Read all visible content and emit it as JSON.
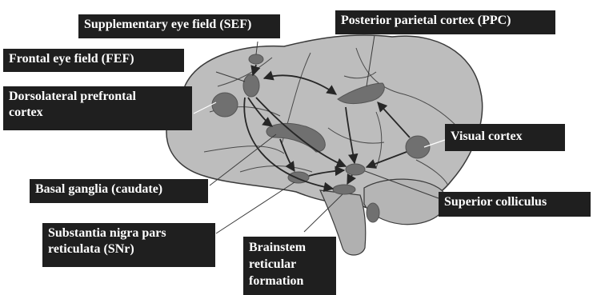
{
  "labels": {
    "sef": "Supplementary eye field (SEF)",
    "ppc": "Posterior parietal cortex (PPC)",
    "fef": "Frontal eye field (FEF)",
    "dlpfc_line1": "Dorsolateral prefrontal",
    "dlpfc_line2": "cortex",
    "visual": "Visual cortex",
    "basal": "Basal ganglia (caudate)",
    "sc": "Superior colliculus",
    "snr_line1": "Substantia nigra pars",
    "snr_line2": "reticulata (SNr)",
    "brainstem_line1": "Brainstem",
    "brainstem_line2": "reticular",
    "brainstem_line3": "formation"
  },
  "colors": {
    "brain_fill": "#bdbdbd",
    "region_fill": "#707070",
    "label_bg": "#1f1f1f",
    "label_text": "#ffffff",
    "arrow": "#262626"
  }
}
